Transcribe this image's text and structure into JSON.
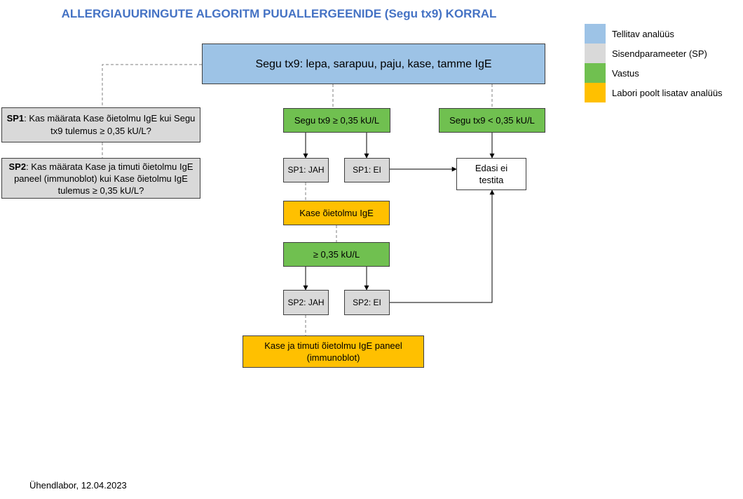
{
  "title": "ALLERGIAUURINGUTE ALGORITM PUUALLERGEENIDE (Segu tx9) KORRAL",
  "legend": [
    {
      "label": "Tellitav analüüs",
      "color": "#9DC3E6"
    },
    {
      "label": "Sisendparameeter (SP)",
      "color": "#D9D9D9"
    },
    {
      "label": "Vastus",
      "color": "#70C050"
    },
    {
      "label": "Labori poolt lisatav analüüs",
      "color": "#FFC000"
    }
  ],
  "nodes": {
    "main": "Segu tx9: lepa, sarapuu, paju, kase, tamme IgE",
    "sp1_prefix": "SP1",
    "sp1_text": ": Kas määrata Kase õietolmu IgE kui Segu tx9 tulemus ≥ 0,35 kU/L?",
    "sp2_prefix": "SP2",
    "sp2_text": ": Kas määrata Kase ja timuti õietolmu IgE paneel (immunoblot) kui Kase õietolmu IgE tulemus ≥ 0,35 kU/L?",
    "result_high": "Segu tx9 ≥ 0,35 kU/L",
    "result_low": "Segu tx9 < 0,35 kU/L",
    "sp1_yes": "SP1: JAH",
    "sp1_no": "SP1: EI",
    "not_tested": "Edasi ei testita",
    "birch": "Kase õietolmu IgE",
    "birch_result": "≥ 0,35 kU/L",
    "sp2_yes": "SP2: JAH",
    "sp2_no": "SP2: EI",
    "panel": "Kase ja timuti õietolmu IgE paneel (immunoblot)"
  },
  "footer": "Ühendlabor, 12.04.2023"
}
